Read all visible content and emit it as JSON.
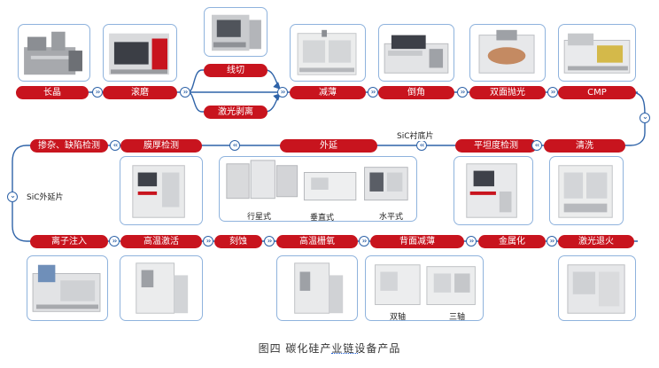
{
  "labels": {
    "row1": [
      "长晶",
      "滚磨",
      "线切",
      "激光剥离",
      "减薄",
      "倒角",
      "双面抛光",
      "CMP"
    ],
    "row2": [
      "清洗",
      "平坦度检测",
      "外延",
      "膜厚检测",
      "掺杂、缺陷检测"
    ],
    "row3": [
      "离子注入",
      "高温激活",
      "刻蚀",
      "高温栅氧",
      "背面减薄",
      "金属化",
      "激光退火"
    ]
  },
  "flow_notes": {
    "sic_substrate": "SiC衬底片",
    "sic_epi": "SiC外延片"
  },
  "epitaxy_types": [
    "行星式",
    "垂直式",
    "水平式"
  ],
  "thinning_types": [
    "双轴",
    "三轴"
  ],
  "caption": "图四  碳化硅产业链设备产品",
  "colors": {
    "label_red": "#c8141e",
    "frame_blue": "#8fb3dd",
    "connector_blue": "#2f63a8"
  }
}
